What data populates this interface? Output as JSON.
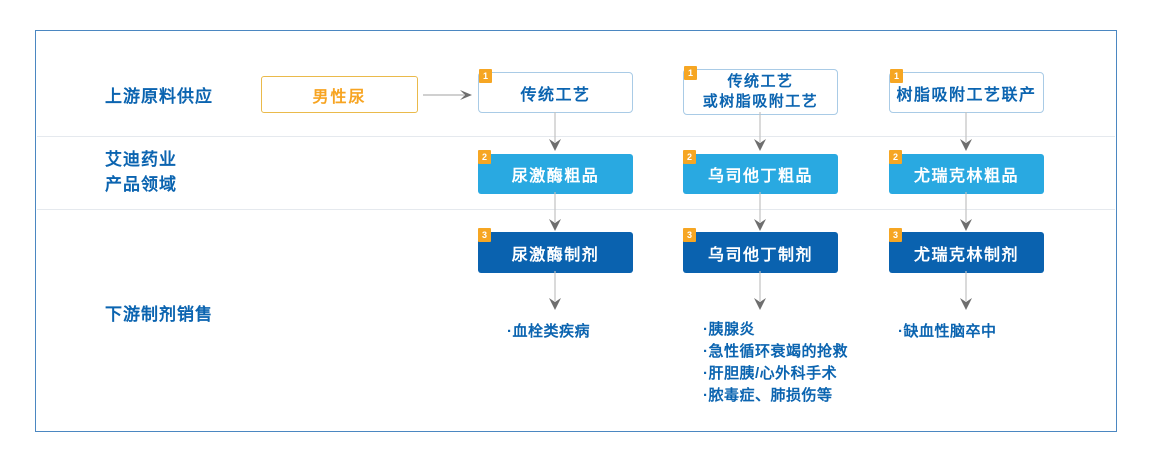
{
  "rows": [
    {
      "label": "上游原料供应"
    },
    {
      "label": "艾迪药业\n产品领域"
    },
    {
      "label": "下游制剂销售"
    }
  ],
  "source_box": {
    "label": "男性尿"
  },
  "columns": [
    {
      "process": {
        "badge": "1",
        "label": "传统工艺"
      },
      "crude": {
        "badge": "2",
        "label": "尿激酶粗品"
      },
      "formulation": {
        "badge": "3",
        "label": "尿激酶制剂"
      },
      "indications": [
        "·血栓类疾病"
      ]
    },
    {
      "process": {
        "badge": "1",
        "label": "传统工艺\n或树脂吸附工艺"
      },
      "crude": {
        "badge": "2",
        "label": "乌司他丁粗品"
      },
      "formulation": {
        "badge": "3",
        "label": "乌司他丁制剂"
      },
      "indications": [
        "·胰腺炎",
        "·急性循环衰竭的抢救",
        "·肝胆胰/心外科手术",
        "·脓毒症、肺损伤等"
      ]
    },
    {
      "process": {
        "badge": "1",
        "label": "树脂吸附工艺联产"
      },
      "crude": {
        "badge": "2",
        "label": "尤瑞克林粗品"
      },
      "formulation": {
        "badge": "3",
        "label": "尤瑞克林制剂"
      },
      "indications": [
        "·缺血性脑卒中"
      ]
    }
  ],
  "colors": {
    "frame_border": "#4b87c1",
    "label_blue": "#0b64b0",
    "crude_box_blue": "#29a9e1",
    "formulation_box_blue": "#0a62af",
    "badge_orange": "#f6a623",
    "source_border_gold": "#eaba4b",
    "source_text_orange": "#f7a421",
    "arrow_gray": "#6e6e6e"
  }
}
